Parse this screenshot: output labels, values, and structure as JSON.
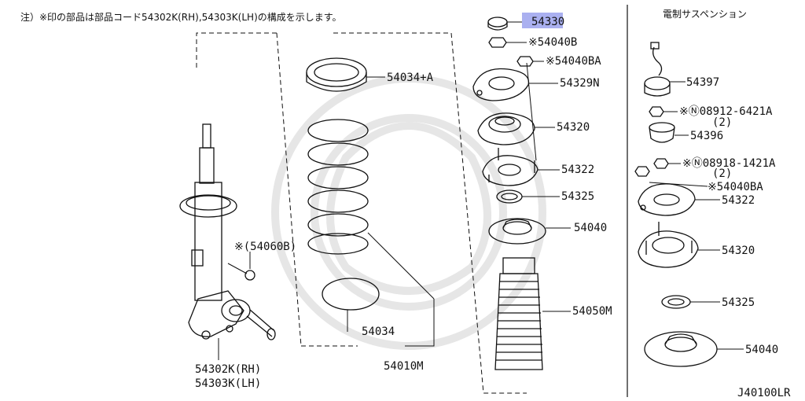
{
  "note": "注）※印の部品は部品コード54302K(RH),54303K(LH)の構成を示します。",
  "right_section_title": "電制サスペンション",
  "figure_code": "J40100LR",
  "highlight_color": "#aab0f0",
  "labels": {
    "p54330": "54330",
    "p54040B": "※54040B",
    "p54040BA_top": "※54040BA",
    "p54034A": "54034+A",
    "p54329N": "54329N",
    "p54320_mid": "54320",
    "p54322_mid": "54322",
    "p54325_mid": "54325",
    "p54040_mid": "54040",
    "p54060B": "※(54060B)",
    "p54034": "54034",
    "p54010M": "54010M",
    "p54050M": "54050M",
    "strut_rh": "54302K(RH)",
    "strut_lh": "54303K(LH)",
    "p54397": "54397",
    "p08912": "※Ⓝ08912-6421A",
    "p08912_qty": "(2)",
    "p54396": "54396",
    "p08918": "※Ⓝ08918-1421A",
    "p08918_qty": "(2)",
    "p54040BA_right": "※54040BA",
    "p54322_right": "54322",
    "p54320_right": "54320",
    "p54325_right": "54325",
    "p54040_right": "54040"
  }
}
